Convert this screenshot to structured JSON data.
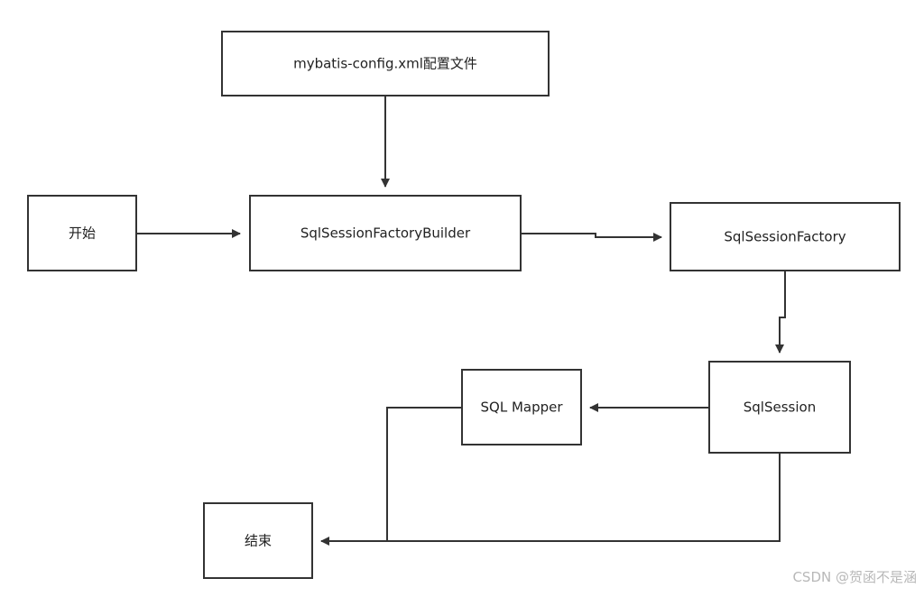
{
  "nodes": {
    "config": "mybatis-config.xml配置文件",
    "start": "开始",
    "builder": "SqlSessionFactoryBuilder",
    "factory": "SqlSessionFactory",
    "mapper": "SQL Mapper",
    "session": "SqlSession",
    "end": "结束"
  },
  "watermark": "CSDN @贺函不是涵",
  "colors": {
    "stroke": "#333333",
    "text": "#222222",
    "watermark": "#b8b8b8"
  }
}
